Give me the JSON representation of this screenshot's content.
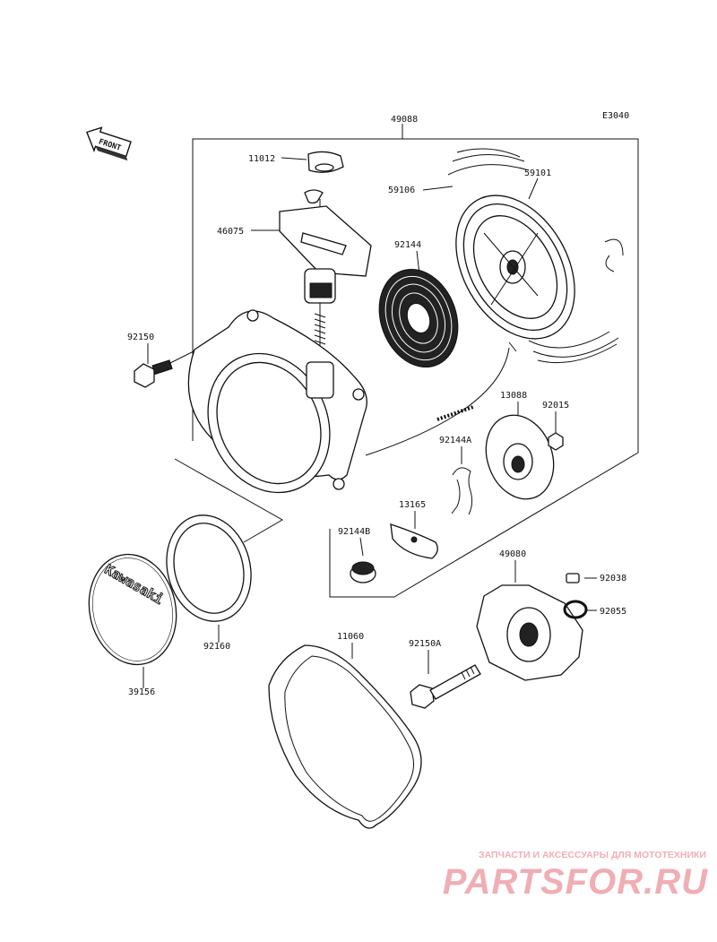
{
  "diagram": {
    "code": "E3040",
    "front_label": "FRONT",
    "brand_text": "Kawasaki",
    "parts": [
      {
        "number": "49088"
      },
      {
        "number": "11012"
      },
      {
        "number": "59106"
      },
      {
        "number": "59101"
      },
      {
        "number": "46075"
      },
      {
        "number": "92144"
      },
      {
        "number": "92150"
      },
      {
        "number": "13088"
      },
      {
        "number": "92015"
      },
      {
        "number": "92144A"
      },
      {
        "number": "13165"
      },
      {
        "number": "92144B"
      },
      {
        "number": "49080"
      },
      {
        "number": "92038"
      },
      {
        "number": "92055"
      },
      {
        "number": "92160"
      },
      {
        "number": "11060"
      },
      {
        "number": "92150A"
      },
      {
        "number": "39156"
      }
    ]
  },
  "watermark": {
    "tagline": "ЗАПЧАСТИ И АКСЕССУАРЫ ДЛЯ МОТОТЕХНИКИ",
    "logo": "PARTSFOR.RU",
    "color": "#f0aeb4"
  }
}
